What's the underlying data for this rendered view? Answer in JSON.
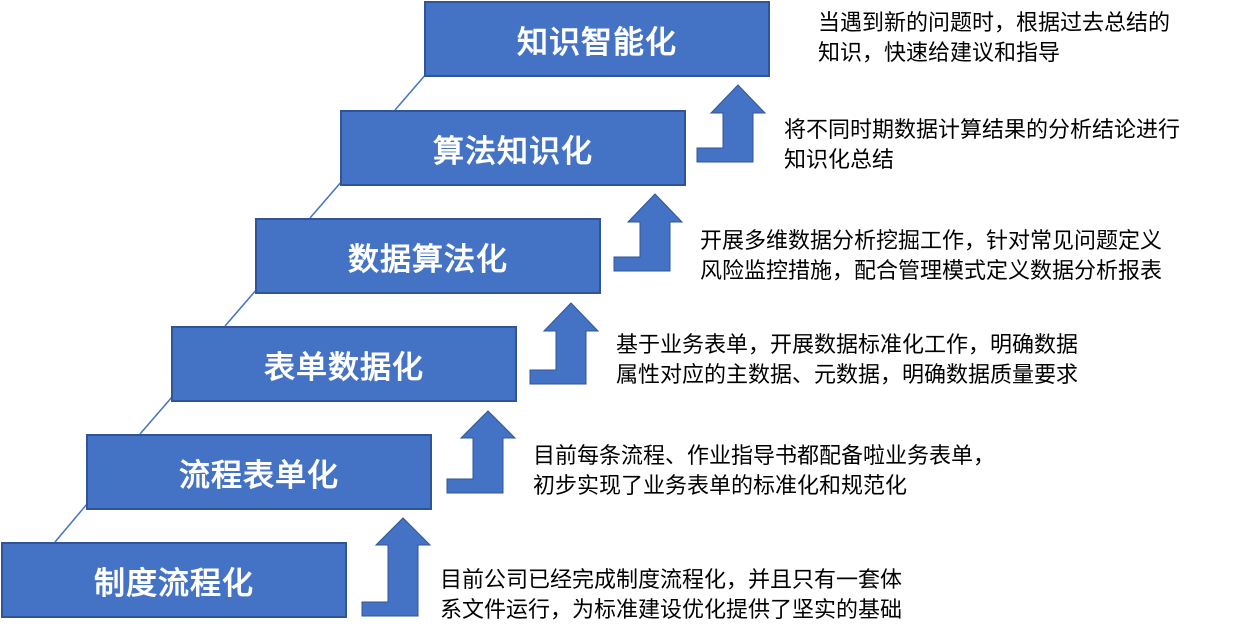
{
  "colors": {
    "box_fill": "#4472c4",
    "box_border": "#2f5597",
    "arrow": "#4472c4",
    "connector": "#4472c4",
    "box_text": "#ffffff"
  },
  "icons": [
    "bent-up-arrow-icon"
  ],
  "steps": [
    {
      "title": "制度流程化",
      "desc_lines": [
        "目前公司已经完成制度流程化，并且只有一套体",
        "系文件运行，为标准建设优化提供了坚实的基础"
      ]
    },
    {
      "title": "流程表单化",
      "desc_lines": [
        "目前每条流程、作业指导书都配备啦业务表单，",
        "初步实现了业务表单的标准化和规范化"
      ]
    },
    {
      "title": "表单数据化",
      "desc_lines": [
        "基于业务表单，开展数据标准化工作，明确数据",
        "属性对应的主数据、元数据，明确数据质量要求"
      ]
    },
    {
      "title": "数据算法化",
      "desc_lines": [
        "开展多维数据分析挖掘工作，针对常见问题定义",
        "风险监控措施，配合管理模式定义数据分析报表"
      ]
    },
    {
      "title": "算法知识化",
      "desc_lines": [
        "将不同时期数据计算结果的分析结论进行",
        "知识化总结"
      ]
    },
    {
      "title": "知识智能化",
      "desc_lines": [
        "当遇到新的问题时，根据过去总结的",
        "知识，快速给建议和指导"
      ]
    }
  ]
}
